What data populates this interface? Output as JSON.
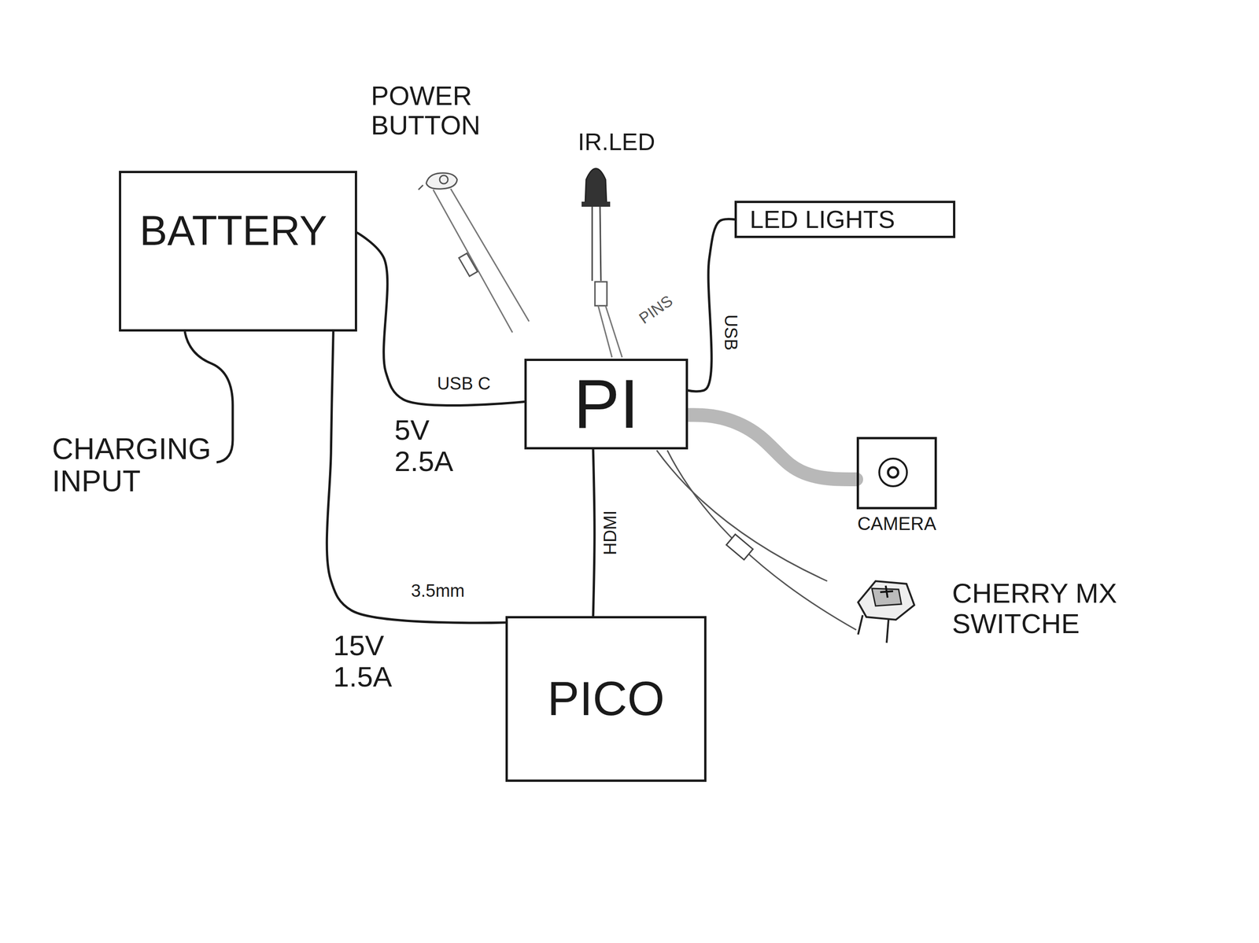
{
  "diagram": {
    "nodes": [
      {
        "text": [
          "BATTERY"
        ]
      },
      {
        "text": [
          "LED LIGHTS"
        ]
      },
      {
        "text": [
          "PI"
        ]
      },
      {
        "text": [
          "CAMERA"
        ]
      },
      {
        "text": [
          "PICO"
        ]
      }
    ],
    "edges": [
      {
        "from": 0,
        "to": 2,
        "label": "USB C",
        "arrow": "none"
      },
      {
        "from": 0,
        "to": 4,
        "label": "3.5mm",
        "arrow": "none"
      },
      {
        "from": 2,
        "to": 4,
        "label": "HDMI",
        "arrow": "none"
      },
      {
        "from": 2,
        "to": 1,
        "label": "USB",
        "arrow": "none"
      },
      {
        "from": 2,
        "to": 3,
        "arrow": "none"
      }
    ],
    "labels": [
      "POWER BUTTON",
      "IR.LED",
      "PINS",
      "CHARGING INPUT",
      "5V 2.5A",
      "15V 1.5A",
      "CHERRY MX SWITCHE"
    ]
  }
}
